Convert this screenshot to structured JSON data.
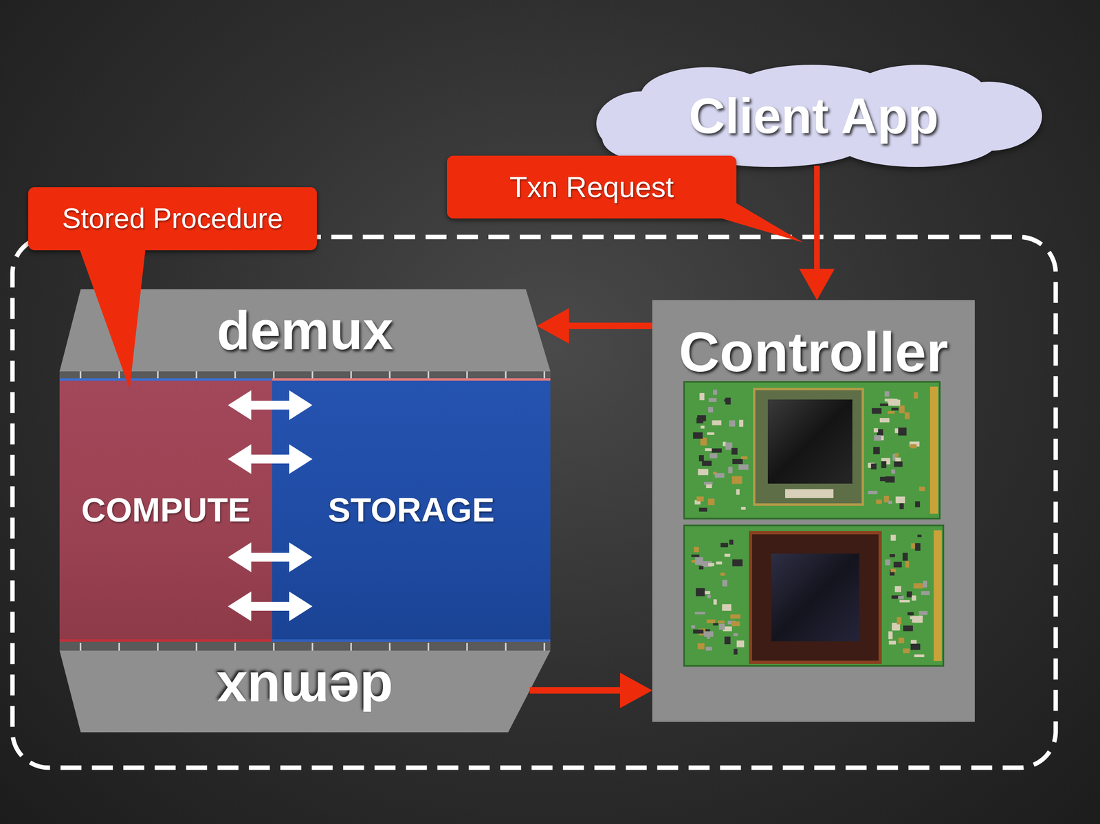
{
  "diagram": {
    "nodes": [
      {
        "text": [
          "Client App"
        ]
      },
      {
        "text": [
          "Txn Request"
        ]
      },
      {
        "text": [
          "Stored Procedure"
        ]
      },
      {
        "text": [
          "demux"
        ]
      },
      {
        "text": [
          "Controller"
        ]
      },
      {
        "text": [
          "COMPUTE"
        ]
      },
      {
        "text": [
          "STORAGE"
        ]
      },
      {
        "text": [
          "demux"
        ]
      }
    ],
    "edges": [
      {
        "from": 0,
        "to": 4,
        "arrow": "to"
      },
      {
        "from": 4,
        "to": 3,
        "arrow": "to"
      },
      {
        "from": 7,
        "to": 4,
        "arrow": "to"
      },
      {
        "from": 5,
        "to": 6,
        "arrow": "both"
      },
      {
        "from": 5,
        "to": 6,
        "arrow": "both"
      },
      {
        "from": 5,
        "to": 6,
        "arrow": "both"
      },
      {
        "from": 5,
        "to": 6,
        "arrow": "both"
      }
    ]
  }
}
